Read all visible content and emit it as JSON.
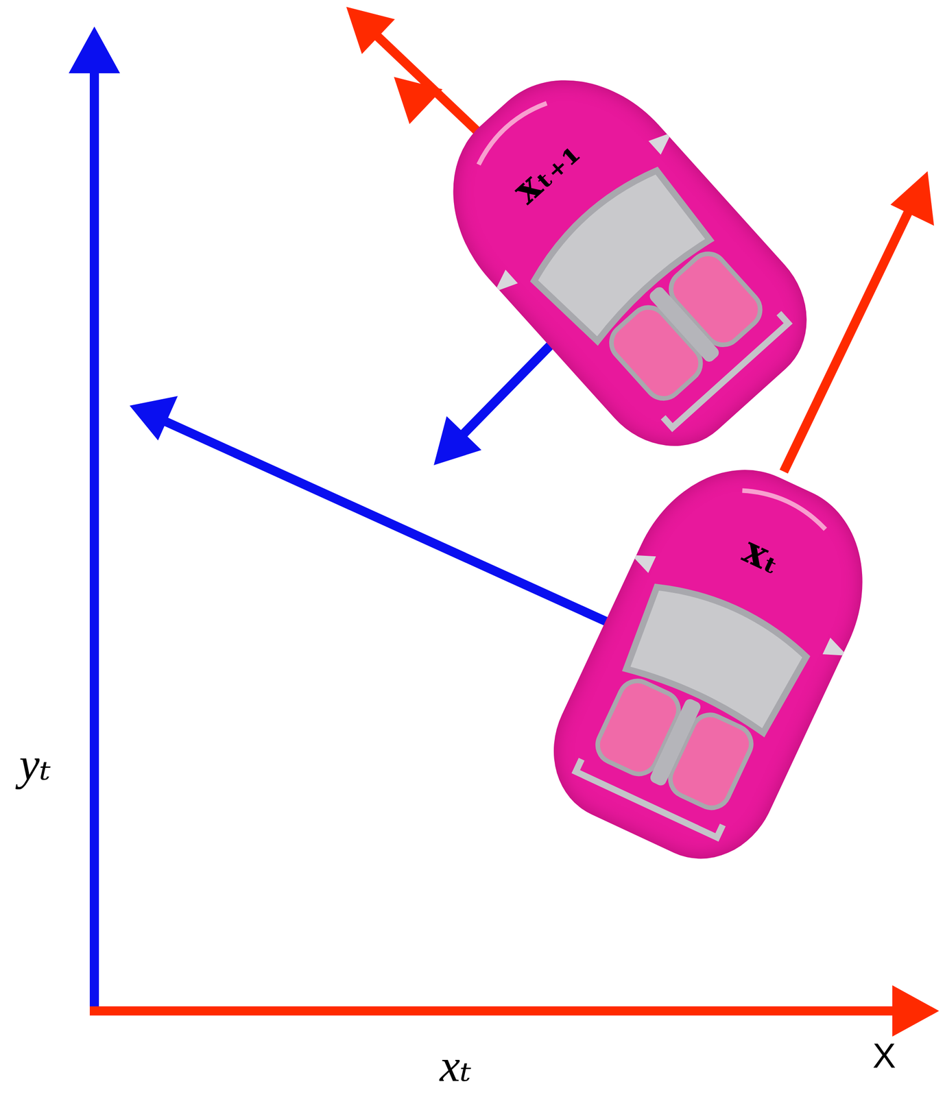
{
  "diagram": {
    "nodes": [
      {
        "text": [
          "xₜ₊₁"
        ]
      },
      {
        "text": [
          "xₜ"
        ]
      }
    ],
    "labels": [
      "yₜ",
      "xₜ",
      "X"
    ]
  }
}
